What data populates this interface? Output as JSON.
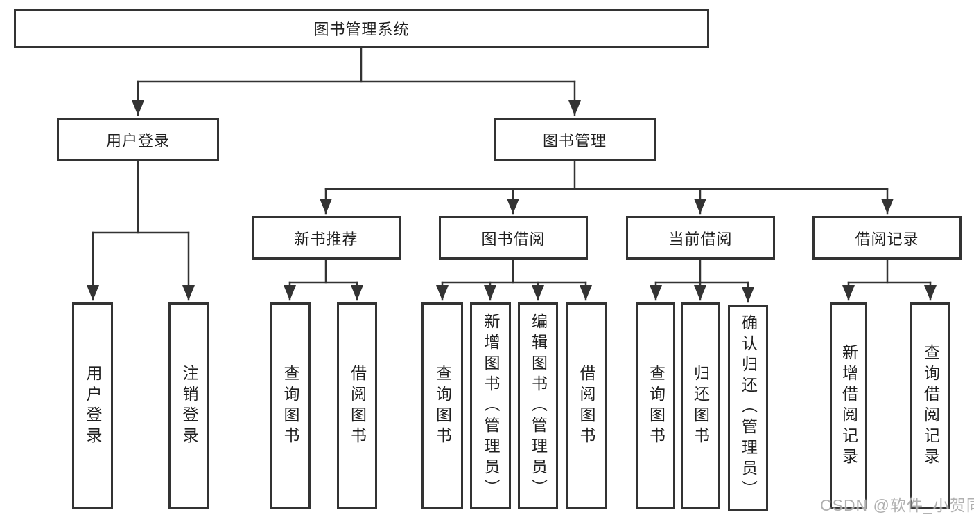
{
  "diagram": {
    "root": {
      "label": "图书管理系统",
      "children": [
        {
          "label": "用户登录",
          "children": [
            {
              "label": "用户登录"
            },
            {
              "label": "注销登录"
            }
          ]
        },
        {
          "label": "图书管理",
          "children": [
            {
              "label": "新书推荐",
              "children": [
                {
                  "label": "查询图书"
                },
                {
                  "label": "借阅图书"
                }
              ]
            },
            {
              "label": "图书借阅",
              "children": [
                {
                  "label": "查询图书"
                },
                {
                  "label": "新增图书（管理员）"
                },
                {
                  "label": "编辑图书（管理员）"
                },
                {
                  "label": "借阅图书"
                }
              ]
            },
            {
              "label": "当前借阅",
              "children": [
                {
                  "label": "查询图书"
                },
                {
                  "label": "归还图书"
                },
                {
                  "label": "确认归还（管理员）"
                }
              ]
            },
            {
              "label": "借阅记录",
              "children": [
                {
                  "label": "新增借阅记录"
                },
                {
                  "label": "查询借阅记录"
                }
              ]
            }
          ]
        }
      ]
    },
    "watermark": "CSDN @软件_小贺同学",
    "colors": {
      "line": "#333333",
      "text": "#1f1f1f",
      "box_background": "#ffffff",
      "watermark": "#acacac"
    }
  }
}
